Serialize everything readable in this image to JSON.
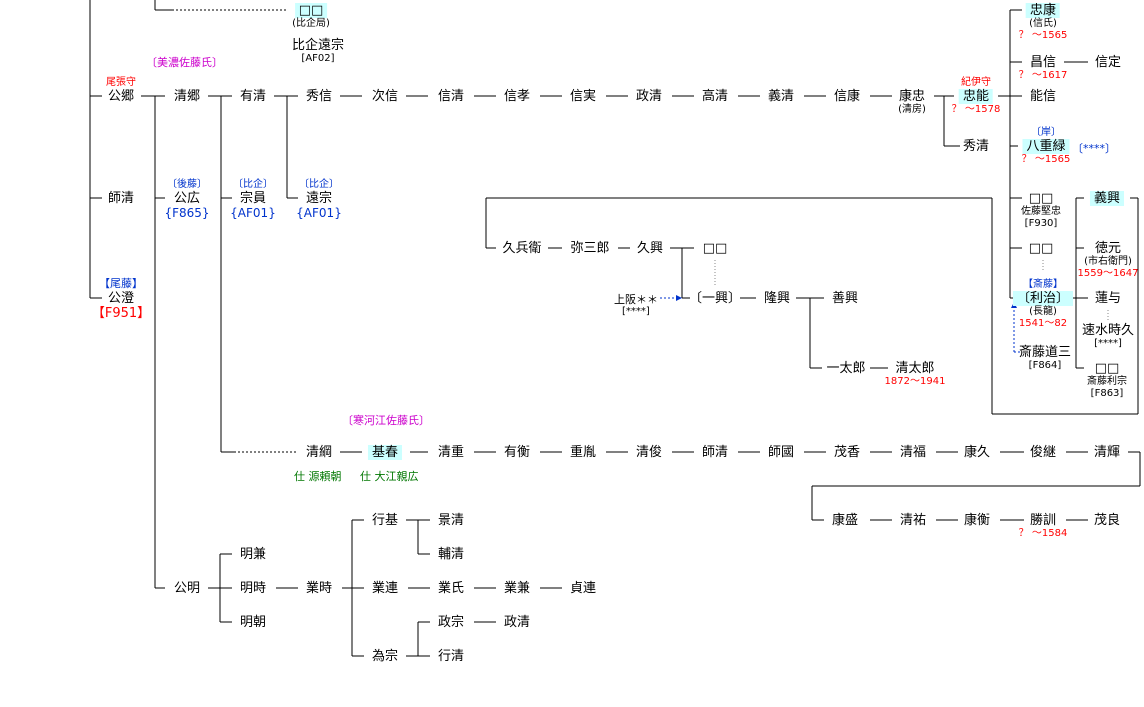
{
  "colors": {
    "line": "#000000",
    "highlight": "#ccffff",
    "red": "#ff0000",
    "blue": "#0033cc",
    "magenta": "#cc00cc",
    "green": "#007700"
  },
  "labels": {
    "mino_sato": "〔美濃佐藤氏〕",
    "sagae_sato": "〔寒河江佐藤氏〕",
    "serve1": "仕 源頼朝",
    "serve2": "仕 大江親広",
    "gokuryo": "上阪＊＊",
    "gokuryo_ref": "[****]",
    "asterisk": "〔****〕"
  },
  "nodes": [
    {
      "id": "hiki_box",
      "name": "□□",
      "hl": true,
      "sub": [
        "(比企局)"
      ]
    },
    {
      "id": "hiki_toshimune",
      "name": "比企遠宗",
      "sub": [
        "[AF02]"
      ]
    },
    {
      "id": "kimionori",
      "name": "公郷",
      "pre": "尾張守"
    },
    {
      "id": "morokiyo",
      "name": "師清"
    },
    {
      "id": "kimizumi",
      "name": "公澄",
      "pre": "【尾藤】",
      "sub": [
        "【F951】"
      ]
    },
    {
      "id": "kiyonori",
      "name": "清郷"
    },
    {
      "id": "kimihiro",
      "name": "公広",
      "pre": "〔後藤〕",
      "sub": [
        "{F865}"
      ]
    },
    {
      "id": "kimiaki",
      "name": "公明"
    },
    {
      "id": "arikiyo",
      "name": "有清"
    },
    {
      "id": "munekazu",
      "name": "宗員",
      "pre": "〔比企〕",
      "sub": [
        "{AF01}"
      ]
    },
    {
      "id": "toshimune",
      "name": "遠宗",
      "pre": "〔比企〕",
      "sub": [
        "{AF01}"
      ]
    },
    {
      "id": "hidenobu",
      "name": "秀信"
    },
    {
      "id": "tsugunobu",
      "name": "次信"
    },
    {
      "id": "nobukiyo",
      "name": "信清"
    },
    {
      "id": "nobutaka",
      "name": "信孝"
    },
    {
      "id": "nobuzane",
      "name": "信実"
    },
    {
      "id": "masakiyo",
      "name": "政清"
    },
    {
      "id": "takakiyo",
      "name": "高清"
    },
    {
      "id": "yoshikiyo",
      "name": "義清"
    },
    {
      "id": "nobuyasu",
      "name": "信康"
    },
    {
      "id": "yasutada",
      "name": "康忠",
      "sub": [
        "(清房)"
      ]
    },
    {
      "id": "tadayoshi",
      "name": "忠能",
      "hl": true,
      "pre": "紀伊守",
      "sub": [
        "？ ～1578"
      ]
    },
    {
      "id": "hidekiyo",
      "name": "秀清"
    },
    {
      "id": "tadayasu",
      "name": "忠康",
      "hl": true,
      "sub": [
        "(信氏)",
        "？ ～1565"
      ]
    },
    {
      "id": "masanobu",
      "name": "昌信",
      "sub": [
        "？ ～1617"
      ]
    },
    {
      "id": "nobusada",
      "name": "信定"
    },
    {
      "id": "yoshinobu",
      "name": "能信"
    },
    {
      "id": "yaemidori",
      "name": "八重緑",
      "hl": true,
      "pre": "〔岸〕",
      "sub": [
        "？ ～1565"
      ]
    },
    {
      "id": "box_katatada",
      "name": "□□",
      "sub": [
        "佐藤堅忠",
        "[F930]"
      ]
    },
    {
      "id": "box_mid",
      "name": "□□"
    },
    {
      "id": "toshiharu",
      "name": "〔利治〕",
      "hl": true,
      "pre": "【斎藤】",
      "sub": [
        "(長龍)",
        "1541～82"
      ]
    },
    {
      "id": "saito_dosan",
      "name": "斎藤道三",
      "sub": [
        "[F864]"
      ]
    },
    {
      "id": "yoshioki_r",
      "name": "義興",
      "hl": true
    },
    {
      "id": "norimoto",
      "name": "徳元",
      "sub": [
        "(市右衛門)",
        "1559～1647"
      ]
    },
    {
      "id": "rengo",
      "name": "蓮与"
    },
    {
      "id": "hayami",
      "name": "速水時久",
      "sub": [
        "[****]"
      ]
    },
    {
      "id": "box_toshimune",
      "name": "□□",
      "sub": [
        "斎藤利宗",
        "[F863]"
      ]
    },
    {
      "id": "kyubei",
      "name": "久兵衛"
    },
    {
      "id": "yasaburo",
      "name": "弥三郎"
    },
    {
      "id": "hisaoki",
      "name": "久興"
    },
    {
      "id": "box_k",
      "name": "□□"
    },
    {
      "id": "kazuoki",
      "name": "〔一興〕"
    },
    {
      "id": "takaoki",
      "name": "隆興"
    },
    {
      "id": "yoshioki",
      "name": "善興"
    },
    {
      "id": "ichitaro",
      "name": "一太郎"
    },
    {
      "id": "kiyotaro",
      "name": "清太郎",
      "sub": [
        "1872～1941"
      ]
    },
    {
      "id": "kiyotsuna",
      "name": "清綱"
    },
    {
      "id": "motoharu",
      "name": "基春",
      "hl": true
    },
    {
      "id": "kiyoshige",
      "name": "清重"
    },
    {
      "id": "arihira",
      "name": "有衡"
    },
    {
      "id": "shigenori",
      "name": "重胤"
    },
    {
      "id": "kiyotoshi",
      "name": "清俊"
    },
    {
      "id": "morokiyo2",
      "name": "師清"
    },
    {
      "id": "morokuni",
      "name": "師國"
    },
    {
      "id": "shigeka",
      "name": "茂香"
    },
    {
      "id": "kiyofuku",
      "name": "清福"
    },
    {
      "id": "yasuhisa",
      "name": "康久"
    },
    {
      "id": "toshitsugu",
      "name": "俊継"
    },
    {
      "id": "kiyoteru",
      "name": "清輝"
    },
    {
      "id": "yasumori",
      "name": "康盛"
    },
    {
      "id": "kiyosuke",
      "name": "清祐"
    },
    {
      "id": "yasuhira",
      "name": "康衡"
    },
    {
      "id": "katsunori",
      "name": "勝訓",
      "sub": [
        "？ ～1584"
      ]
    },
    {
      "id": "shigeyoshi",
      "name": "茂良"
    },
    {
      "id": "akikane",
      "name": "明兼"
    },
    {
      "id": "akitoki",
      "name": "明時"
    },
    {
      "id": "akitomo",
      "name": "明朝"
    },
    {
      "id": "naritoki",
      "name": "業時"
    },
    {
      "id": "yukimoto",
      "name": "行基"
    },
    {
      "id": "kagekiyo",
      "name": "景清"
    },
    {
      "id": "sukekiyo",
      "name": "輔清"
    },
    {
      "id": "narimura",
      "name": "業連"
    },
    {
      "id": "naruuji",
      "name": "業氏"
    },
    {
      "id": "narikane",
      "name": "業兼"
    },
    {
      "id": "sadamura",
      "name": "貞連"
    },
    {
      "id": "tamemune",
      "name": "為宗"
    },
    {
      "id": "masamune",
      "name": "政宗"
    },
    {
      "id": "masakiyo2",
      "name": "政清"
    },
    {
      "id": "yukikiyo",
      "name": "行清"
    }
  ]
}
